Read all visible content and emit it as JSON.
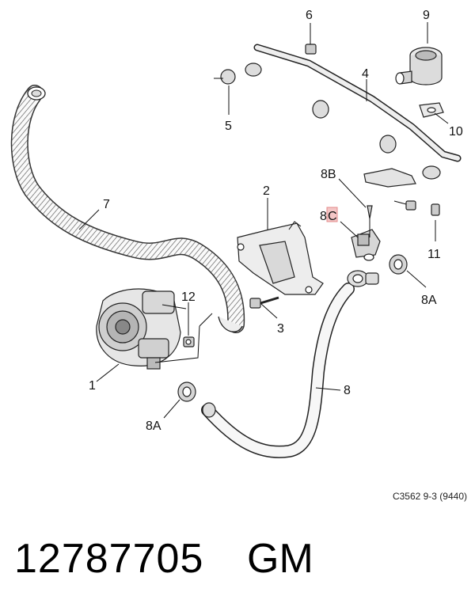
{
  "diagram": {
    "callouts": {
      "c1": "1",
      "c2": "2",
      "c3": "3",
      "c4": "4",
      "c5": "5",
      "c6": "6",
      "c7": "7",
      "c8": "8",
      "c8a_left": "8A",
      "c8a_right": "8A",
      "c8b": "8B",
      "c8c_prefix": "8",
      "c8c_suffix": "C",
      "c9": "9",
      "c10": "10",
      "c11": "11",
      "c12": "12"
    },
    "highlight_color": "#f4c6c6"
  },
  "footer": {
    "reference_code": "C3562 9-3 (9440)",
    "part_number": "12787705",
    "brand": "GM"
  }
}
